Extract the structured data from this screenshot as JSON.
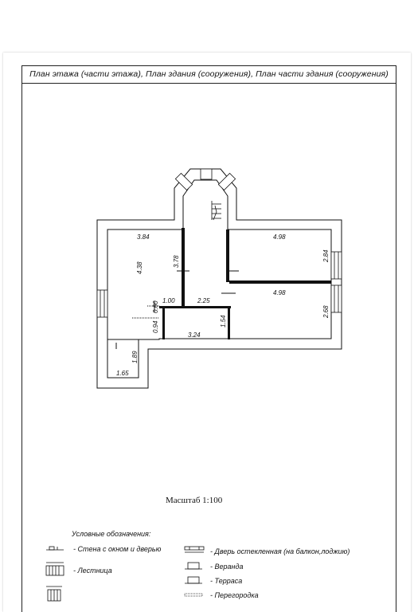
{
  "header": {
    "title": "План этажа (части этажа), План здания (сооружения), План части здания (сооружения)"
  },
  "plan": {
    "dimensions": [
      {
        "id": "d1",
        "text": "3.84"
      },
      {
        "id": "d2",
        "text": "4.98"
      },
      {
        "id": "d3",
        "text": "4.38"
      },
      {
        "id": "d4",
        "text": "3.78"
      },
      {
        "id": "d5",
        "text": "2.84"
      },
      {
        "id": "d6",
        "text": "4.98"
      },
      {
        "id": "d7",
        "text": "1.00"
      },
      {
        "id": "d8",
        "text": "2.25"
      },
      {
        "id": "d9",
        "text": "0.60"
      },
      {
        "id": "d10",
        "text": "0.94"
      },
      {
        "id": "d11",
        "text": "1.54"
      },
      {
        "id": "d12",
        "text": "2.68"
      },
      {
        "id": "d13",
        "text": "3.24"
      },
      {
        "id": "d14",
        "text": "1.89"
      },
      {
        "id": "d15",
        "text": "1.65"
      }
    ]
  },
  "scale": {
    "label": "Масштаб 1:100"
  },
  "legend": {
    "title": "Условные обозначения:",
    "items": [
      {
        "label": "- Стена с окном и дверью"
      },
      {
        "label": "- Лестница"
      },
      {
        "label": "- Дверь остекленная (на балкон,лоджию)"
      },
      {
        "label": "- Веранда"
      },
      {
        "label": "- Терраса"
      },
      {
        "label": "- Перегородка"
      }
    ]
  }
}
